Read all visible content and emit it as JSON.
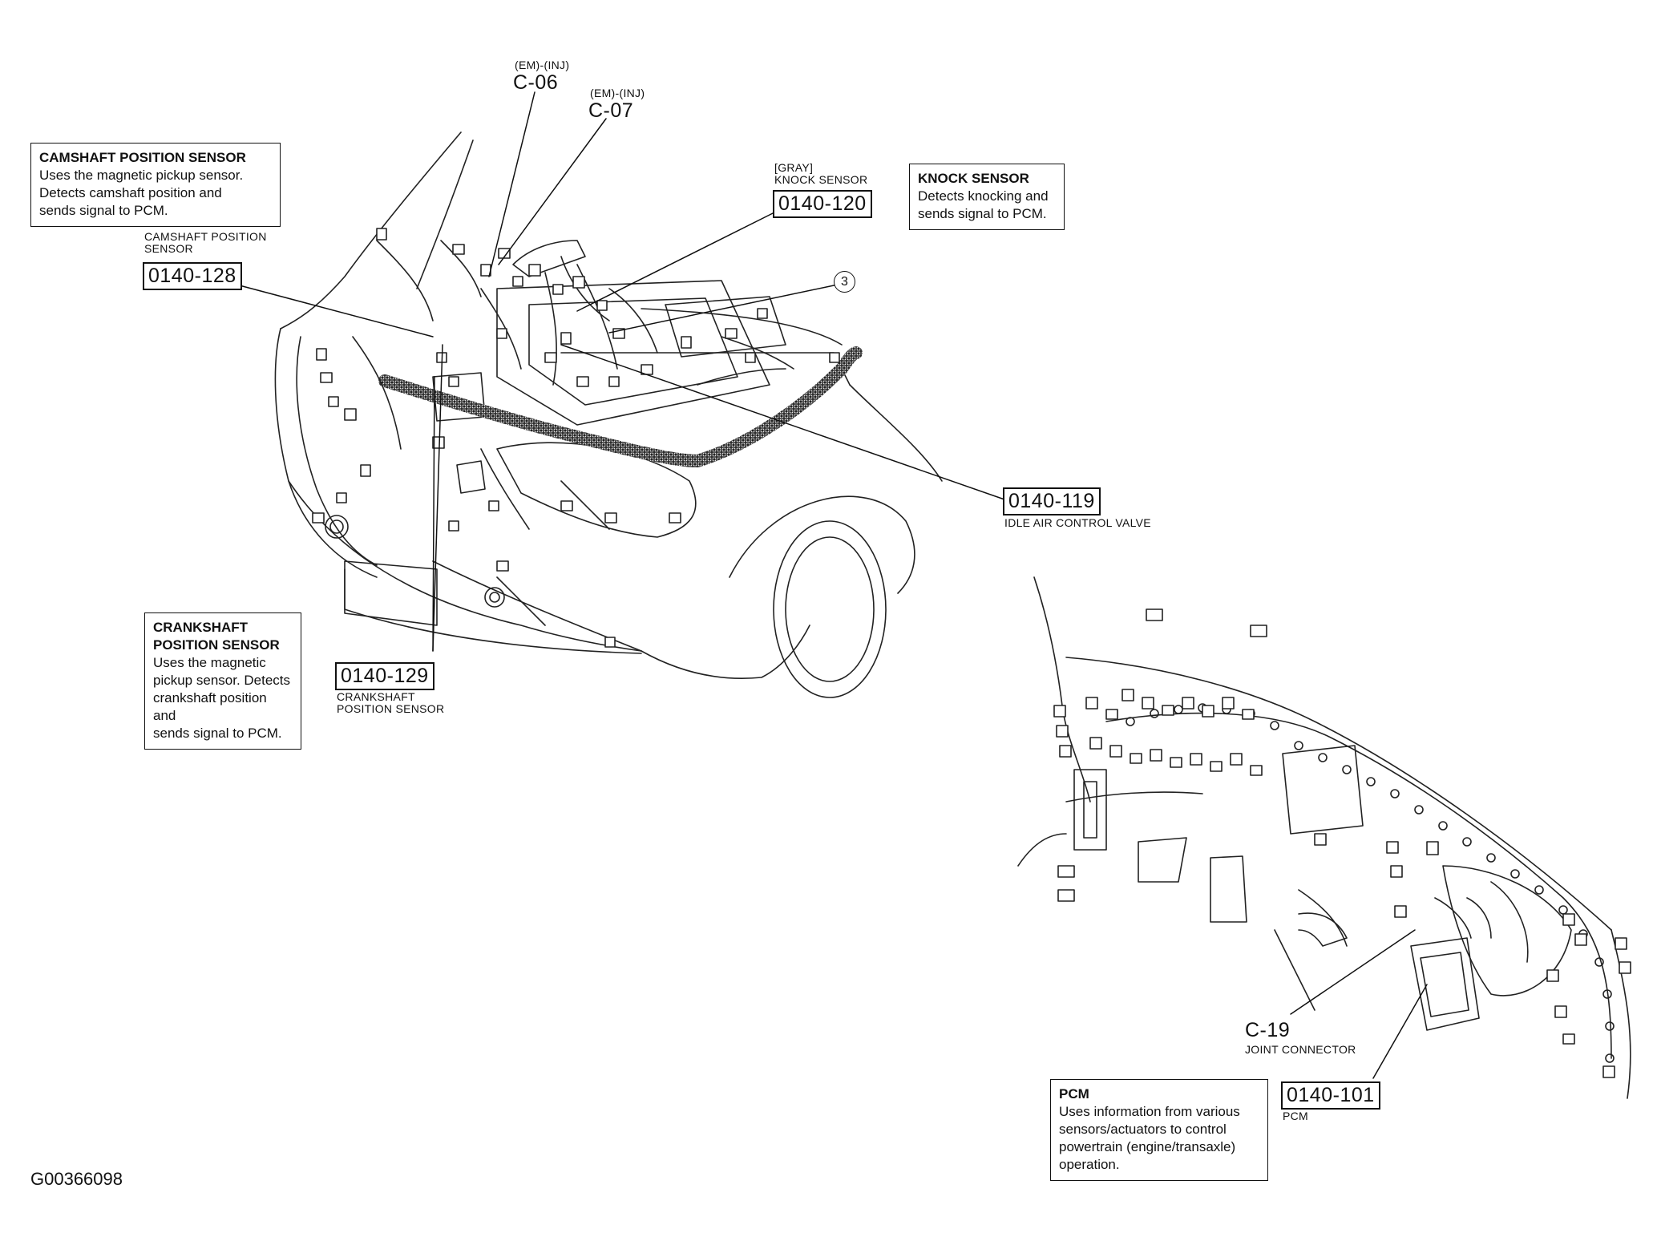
{
  "figure_id": "G00366098",
  "connectors": {
    "c06": {
      "tag": "(EM)-(INJ)",
      "id": "C-06"
    },
    "c07": {
      "tag": "(EM)-(INJ)",
      "id": "C-07"
    },
    "c19": {
      "id": "C-19",
      "label": "JOINT CONNECTOR"
    }
  },
  "callouts": {
    "cmp": {
      "pre": "CAMSHAFT POSITION\nSENSOR",
      "code": "0140-128"
    },
    "knock": {
      "pre": "[GRAY]\nKNOCK SENSOR",
      "code": "0140-120"
    },
    "iac": {
      "code": "0140-119",
      "post": "IDLE AIR CONTROL VALVE"
    },
    "ckp": {
      "code": "0140-129",
      "post": "CRANKSHAFT\nPOSITION SENSOR"
    },
    "pcm": {
      "code": "0140-101",
      "post": "PCM"
    },
    "ref3": "3"
  },
  "info_boxes": {
    "camshaft": {
      "title": "CAMSHAFT POSITION SENSOR",
      "desc": "Uses the magnetic pickup sensor.\nDetects camshaft position and\nsends signal to PCM."
    },
    "knock": {
      "title": "KNOCK SENSOR",
      "desc": "Detects knocking and\nsends signal to PCM."
    },
    "crankshaft": {
      "title": "CRANKSHAFT\nPOSITION SENSOR",
      "desc": "Uses the magnetic\npickup sensor. Detects\ncrankshaft position and\nsends signal to PCM."
    },
    "pcm": {
      "title": "PCM",
      "desc": "Uses information from various\nsensors/actuators to control\npowertrain (engine/transaxle)\noperation."
    }
  }
}
